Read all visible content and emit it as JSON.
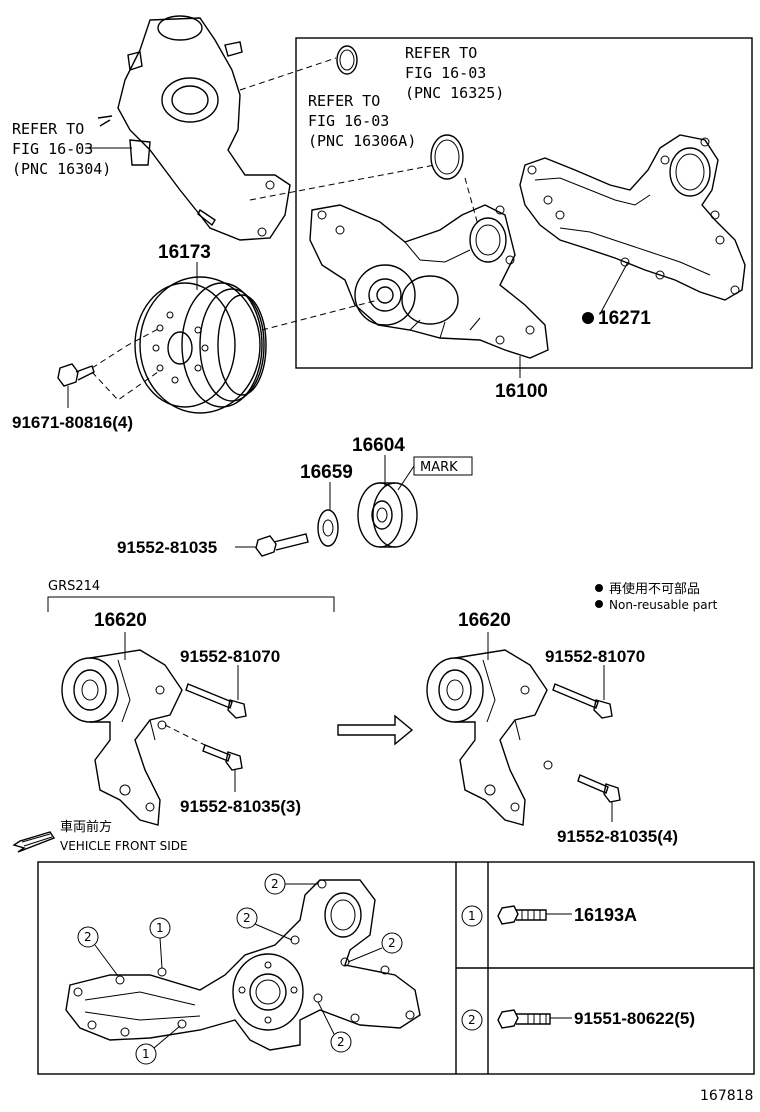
{
  "refs": {
    "ref_16304": [
      "REFER TO",
      "FIG 16-03",
      "(PNC 16304)"
    ],
    "ref_16306a": [
      "REFER TO",
      "FIG 16-03",
      "(PNC 16306A)"
    ],
    "ref_16325": [
      "REFER TO",
      "FIG 16-03",
      "(PNC 16325)"
    ]
  },
  "parts": {
    "p16173": "16173",
    "p16100": "16100",
    "p16271": "16271",
    "p91671": "91671-80816(4)",
    "p16604": "16604",
    "p16659": "16659",
    "mark": "MARK",
    "p91552_81035": "91552-81035",
    "grs": "GRS214",
    "p16620_left": "16620",
    "p16620_right": "16620",
    "p91552_81070_left": "91552-81070",
    "p91552_81070_right": "91552-81070",
    "p91552_81035_3": "91552-81035(3)",
    "p91552_81035_4": "91552-81035(4)",
    "p16193a": "16193A",
    "p91551": "91551-80622(5)"
  },
  "legend": {
    "jp": "再使用不可部品",
    "en": "Non-reusable part"
  },
  "front": {
    "jp": "車両前方",
    "en": "VEHICLE FRONT SIDE"
  },
  "callouts": {
    "one": "1",
    "two": "2"
  },
  "figure_id": "167818"
}
